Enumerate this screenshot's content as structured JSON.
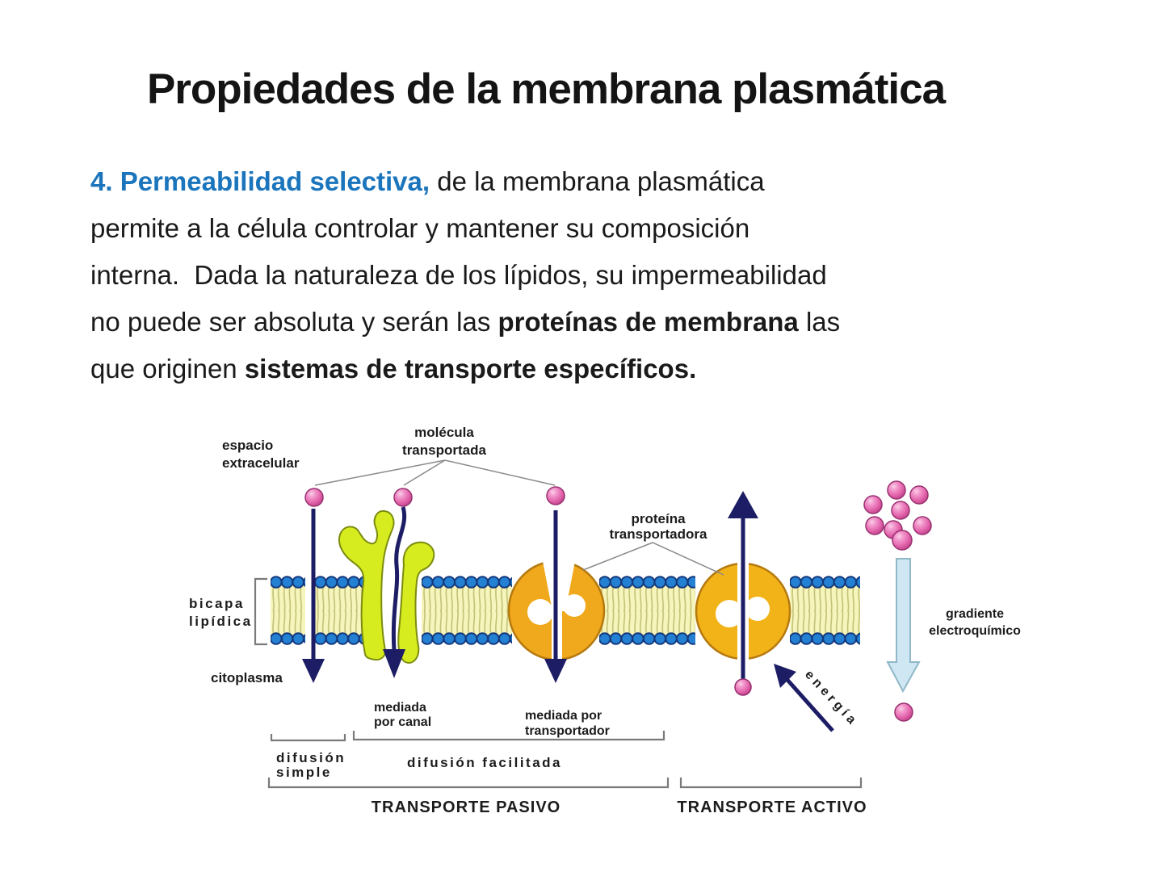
{
  "slide": {
    "title": "Propiedades de la membrana plasmática",
    "paragraph": {
      "lines": [
        [
          {
            "t": "4. Permeabilidad selectiva,",
            "c": "lead"
          },
          {
            "t": " de la membrana plasmática",
            "c": ""
          }
        ],
        [
          {
            "t": "permite a la célula controlar y mantener su composición",
            "c": ""
          }
        ],
        [
          {
            "t": "interna.  Dada la naturaleza de los lípidos, su impermeabilidad",
            "c": ""
          }
        ],
        [
          {
            "t": "no puede ser absoluta y serán las ",
            "c": ""
          },
          {
            "t": "proteínas de membrana",
            "c": "b"
          },
          {
            "t": " las",
            "c": ""
          }
        ],
        [
          {
            "t": "que originen ",
            "c": ""
          },
          {
            "t": "sistemas de transporte específicos.",
            "c": "b"
          }
        ]
      ],
      "accent_color": "#1b75bc"
    }
  },
  "diagram": {
    "labels": {
      "espacio_1": "espacio",
      "espacio_2": "extracelular",
      "molecula_1": "molécula",
      "molecula_2": "transportada",
      "proteina_1": "proteína",
      "proteina_2": "transportadora",
      "bicapa_1": "bicapa",
      "bicapa_2": "lipídica",
      "citoplasma": "citoplasma",
      "canal_1": "mediada",
      "canal_2": "por canal",
      "transportador_1": "mediada por",
      "transportador_2": "transportador",
      "difusion_simple_1": "difusión",
      "difusion_simple_2": "simple",
      "difusion_facilitada": "difusión facilitada",
      "transporte_pasivo": "TRANSPORTE PASIVO",
      "transporte_activo": "TRANSPORTE ACTIVO",
      "gradiente_1": "gradiente",
      "gradiente_2": "electroquímico",
      "energia": "energía"
    },
    "colors": {
      "accent_blue": "#1b75bc",
      "molecule_pink": "#e96bb0",
      "lipid_head_blue": "#2380d2",
      "lipid_tail_yellow": "#f6f6bc",
      "channel_protein_green": "#d7ec1f",
      "carrier_protein_orange": "#f0a91c",
      "pump_protein_orange": "#f2b318",
      "arrow_navy": "#1d1d66",
      "gradient_arrow_blue": "#cfe7f2"
    }
  }
}
